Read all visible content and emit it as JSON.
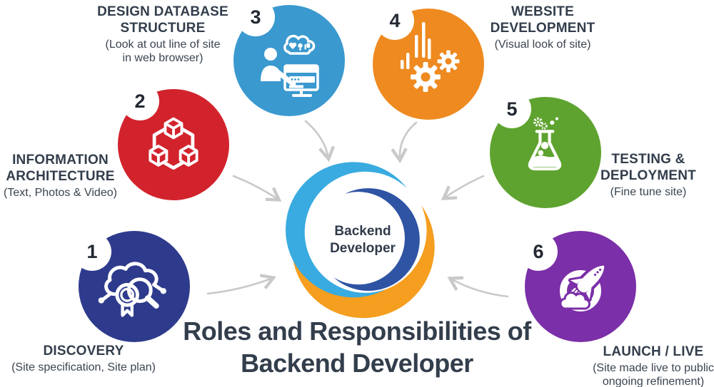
{
  "title": {
    "line1": "Roles and Responsibilities of",
    "line2": "Backend Developer"
  },
  "center": {
    "line1": "Backend",
    "line2": "Developer"
  },
  "stages": [
    {
      "number": "1",
      "heading_lines": [
        "DISCOVERY"
      ],
      "subtitle_lines": [
        "(Site specification, Site plan)"
      ],
      "color": "#2e3b8c",
      "icon": "cloud-search-award-icon"
    },
    {
      "number": "2",
      "heading_lines": [
        "INFORMATION",
        "ARCHITECTURE"
      ],
      "subtitle_lines": [
        "(Text, Photos & Video)"
      ],
      "color": "#d2232c",
      "icon": "cubes-network-icon"
    },
    {
      "number": "3",
      "heading_lines": [
        "DESIGN DATABASE",
        "STRUCTURE"
      ],
      "subtitle_lines": [
        "(Look at out line of site",
        "in web browser)"
      ],
      "color": "#3a99cf",
      "icon": "developer-at-computer-icon"
    },
    {
      "number": "4",
      "heading_lines": [
        "WEBSITE",
        "DEVELOPMENT"
      ],
      "subtitle_lines": [
        "(Visual look of site)"
      ],
      "color": "#ee8a1f",
      "icon": "bars-and-gears-icon"
    },
    {
      "number": "5",
      "heading_lines": [
        "TESTING &",
        "DEPLOYMENT"
      ],
      "subtitle_lines": [
        "(Fine tune site)"
      ],
      "color": "#5ea32f",
      "icon": "flask-icon"
    },
    {
      "number": "6",
      "heading_lines": [
        "LAUNCH / LIVE"
      ],
      "subtitle_lines": [
        "(Site made live to public",
        "ongoing refinement)"
      ],
      "color": "#7b2fa8",
      "icon": "rocket-target-icon"
    }
  ],
  "colors": {
    "heading_text": "#333e4c",
    "subtitle_text": "#3a4450",
    "title_text": "#333e4c",
    "number_text": "#232933",
    "badge_bg": "#ffffff",
    "arrow": "#c9c9c9",
    "center_orange": "#f59e1f",
    "center_cyan": "#39abe0",
    "center_blue": "#2f54a4",
    "center_text": "#2f3a49"
  }
}
